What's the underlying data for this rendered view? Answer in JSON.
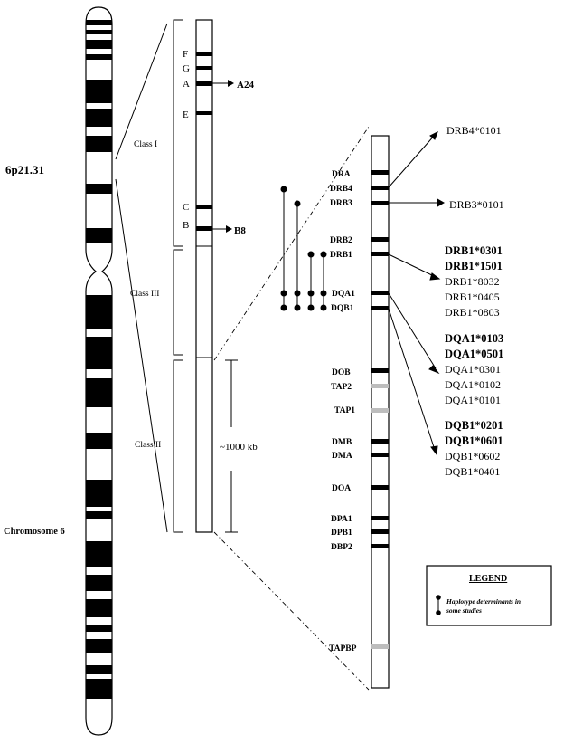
{
  "chromosome": {
    "band_label": "6p21.31",
    "name_label": "Chromosome 6"
  },
  "classes": {
    "class1": "Class I",
    "class3": "Class III",
    "class2": "Class II",
    "kb_label": "~1000 kb"
  },
  "class1_genes": [
    "F",
    "G",
    "A",
    "E",
    "C",
    "B"
  ],
  "class1_arrows": [
    "A24",
    "B8"
  ],
  "class2_genes": [
    "DRA",
    "DRB4",
    "DRB3",
    "DRB2",
    "DRB1",
    "DQA1",
    "DQB1",
    "DOB",
    "TAP2",
    "TAP1",
    "DMB",
    "DMA",
    "DOA",
    "DPA1",
    "DPB1",
    "DBP2",
    "TAPBP"
  ],
  "alleles": {
    "drb4": "DRB4*0101",
    "drb3": "DRB3*0101",
    "drb1_bold": [
      "DRB1*0301",
      "DRB1*1501"
    ],
    "drb1_regular": [
      "DRB1*8032",
      "DRB1*0405",
      "DRB1*0803"
    ],
    "dqa1_bold": [
      "DQA1*0103",
      "DQA1*0501"
    ],
    "dqa1_regular": [
      "DQA1*0301",
      "DQA1*0102",
      "DQA1*0101"
    ],
    "dqb1_bold": [
      "DQB1*0201",
      "DQB1*0601"
    ],
    "dqb1_regular": [
      "DQB1*0602",
      "DQB1*0401"
    ]
  },
  "legend": {
    "title": "LEGEND",
    "text_line1": "Haplotype determinants in",
    "text_line2": "some studies"
  }
}
